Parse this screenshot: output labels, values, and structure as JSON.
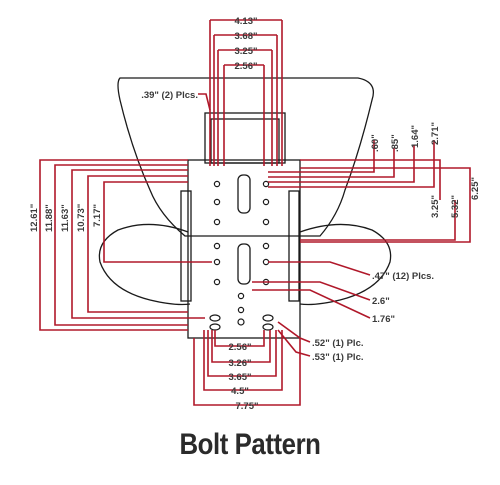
{
  "title": "Bolt Pattern",
  "colors": {
    "dimension": "#b0182a",
    "outline": "#1a1a1a",
    "label": "#3a3a3a"
  },
  "dimensions": {
    "top": [
      "4.13\"",
      "3.68\"",
      "3.25\"",
      "2.56\""
    ],
    "hole_note": ".39\" (2) Plcs.",
    "upper_right": [
      ".60\"",
      ".85\"",
      "1.64\"",
      "2.71\""
    ],
    "right": [
      "3.25\"",
      "5.32\"",
      "6.25\""
    ],
    "left": [
      "12.61\"",
      "11.88\"",
      "11.63\"",
      "10.73\"",
      "7.17\""
    ],
    "hole_count": ".47\" (12) Plcs.",
    "mid_right": [
      "2.6\"",
      "1.76\""
    ],
    "small_holes": [
      ".52\" (1) Plc.",
      ".53\" (1) Plc."
    ],
    "bottom": [
      "2.56\"",
      "3.26\"",
      "3.65\"",
      "4.5\"",
      "7.75\""
    ]
  }
}
